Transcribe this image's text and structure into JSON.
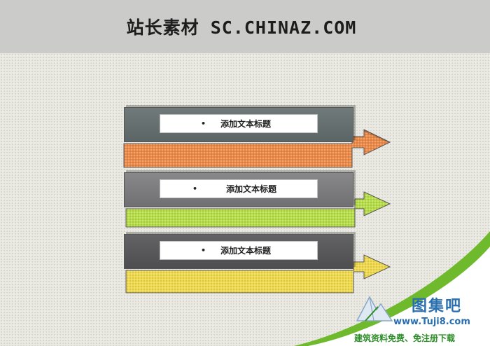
{
  "header": {
    "title": "站长素材 SC.CHINAZ.COM"
  },
  "items": [
    {
      "bullet": "•",
      "label": "添加文本标题",
      "bar_color": "#e98a4a",
      "head_color": "#636c6c"
    },
    {
      "bullet": "•",
      "label": "添加文本标题",
      "bar_color": "#b6dc4a",
      "head_color": "#7c7c7e"
    },
    {
      "bullet": "•",
      "label": "添加文本标题",
      "bar_color": "#eed84e",
      "head_color": "#59595b"
    }
  ],
  "watermark": {
    "name": "图集吧",
    "url": "www.Tuji8.com",
    "tagline": "建筑资料免费、免注册下载"
  },
  "colors": {
    "header_bg": "#cbcbca",
    "slide_bg": "#e9e8e1",
    "accent_green": "#6fba2c"
  }
}
